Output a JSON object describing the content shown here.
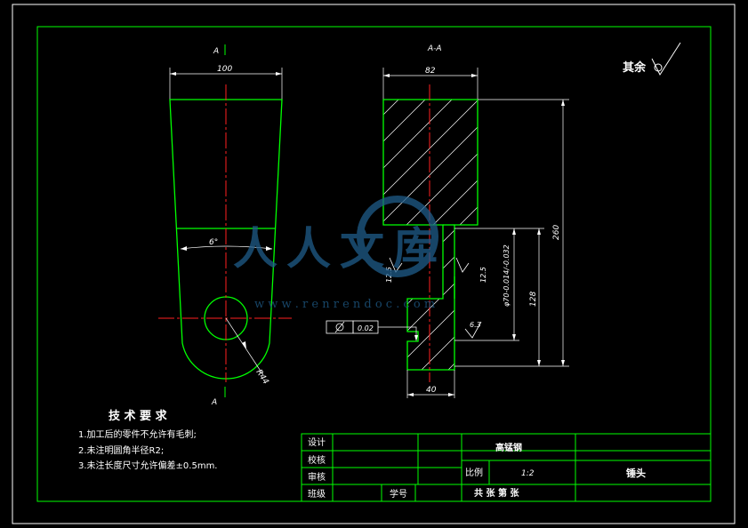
{
  "views": {
    "front_section_label_top": "A",
    "front_section_label_bottom": "A",
    "section_view_title": "A-A"
  },
  "dimensions": {
    "top_width": "100",
    "taper_angle": "6°",
    "radius": "R44",
    "section_width": "82",
    "overall_height": "260",
    "stem_height": "128",
    "stem_diameter": "φ70-0.014/-0.032",
    "stem_width": "40"
  },
  "surface_finish": {
    "general_note": "其余",
    "left_roughness": "12.5",
    "right_roughness": "12.5",
    "bottom_roughness": "6.3"
  },
  "tolerance_frame": {
    "value": "0.02"
  },
  "technical_requirements": {
    "heading": "技 术 要 求",
    "items": [
      "1.加工后的零件不允许有毛刺;",
      "2.未注明圆角半径R2;",
      "3.未注长度尺寸允许偏差±0.5mm."
    ]
  },
  "title_block": {
    "design": "设计",
    "check": "校核",
    "review": "审核",
    "class": "班级",
    "student_id": "学号",
    "material": "高锰钢",
    "scale_label": "比例",
    "scale_value": "1:2",
    "part_name": "锤头",
    "sheets": "共  张   第  张"
  },
  "watermark": {
    "text": "人人文库",
    "url": "w w w . r e n r e n d o c . c o m"
  },
  "colors": {
    "outline": "#00ff00",
    "center_line": "#ff2020",
    "annotation": "#ffffff",
    "background": "#000000"
  }
}
